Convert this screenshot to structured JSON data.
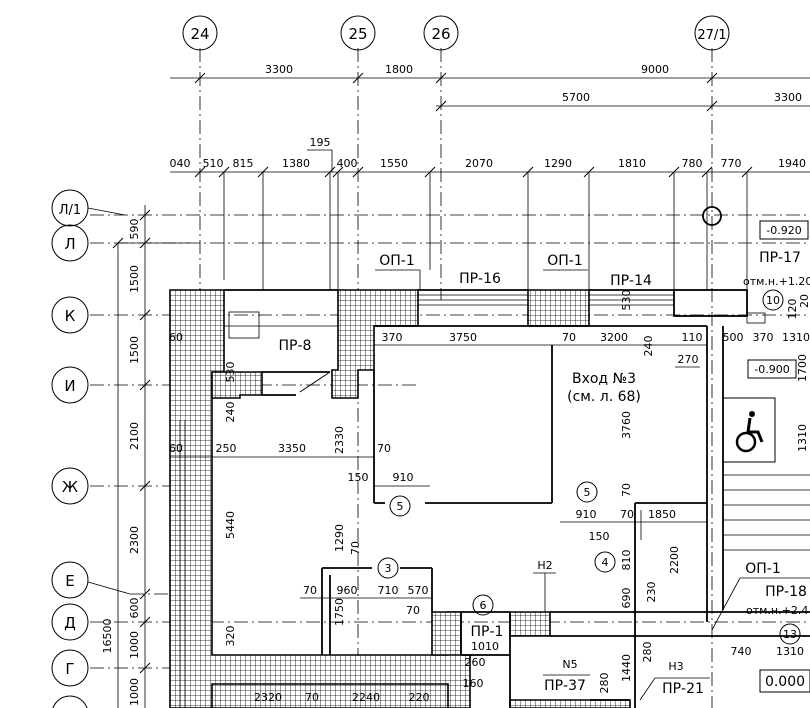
{
  "grid_axes_top": [
    "24",
    "25",
    "26",
    "27/1"
  ],
  "grid_axes_left": [
    "Л/1",
    "Л",
    "К",
    "И",
    "Ж",
    "Е",
    "Д",
    "Г"
  ],
  "dimensions_top_row1": [
    "3300",
    "1800",
    "9000"
  ],
  "dimensions_top_row2": [
    "5700",
    "3300"
  ],
  "dimension_195": "195",
  "dimensions_top_row3": [
    "040",
    "510",
    "815",
    "1380",
    "400",
    "1550",
    "2070",
    "1290",
    "1810",
    "780",
    "770",
    "1940"
  ],
  "dimensions_left": [
    "590",
    "1500",
    "1500",
    "2100",
    "2300",
    "600",
    "1000",
    "1000"
  ],
  "dimension_overall_left": "16500",
  "openings": [
    "ОП-1",
    "ПР-16",
    "ОП-1",
    "ПР-14",
    "ПР-17",
    "ПР-8",
    "ОП-1",
    "ПР-18",
    "ПР-1",
    "ПР-37",
    "ПР-21"
  ],
  "levels": [
    "-0.920",
    "-0.900",
    "0.000"
  ],
  "elevation_notes": [
    "отм.н.+1.20",
    "отм.н.+2.4"
  ],
  "entrance": {
    "title": "Вход №3",
    "ref": "(см. л. 68)"
  },
  "room_markers": [
    "10",
    "5",
    "5",
    "3",
    "4",
    "6",
    "13"
  ],
  "labels_misc": [
    "Н2",
    "Н3",
    "N5"
  ],
  "interior_dims": [
    "370",
    "3750",
    "70",
    "3200",
    "530",
    "240",
    "110",
    "270",
    "500",
    "370",
    "1310",
    "120",
    "20",
    "530",
    "240",
    "60",
    "250",
    "3350",
    "2330",
    "70",
    "60",
    "150",
    "910",
    "3760",
    "70",
    "910",
    "70",
    "1850",
    "150",
    "5440",
    "1290",
    "70",
    "960",
    "710",
    "570",
    "70",
    "1750",
    "70",
    "810",
    "2200",
    "690",
    "230",
    "1010",
    "260",
    "160",
    "320",
    "740",
    "1310",
    "1440",
    "280",
    "280",
    "2320",
    "70",
    "2240",
    "220",
    "1700",
    "1310"
  ]
}
